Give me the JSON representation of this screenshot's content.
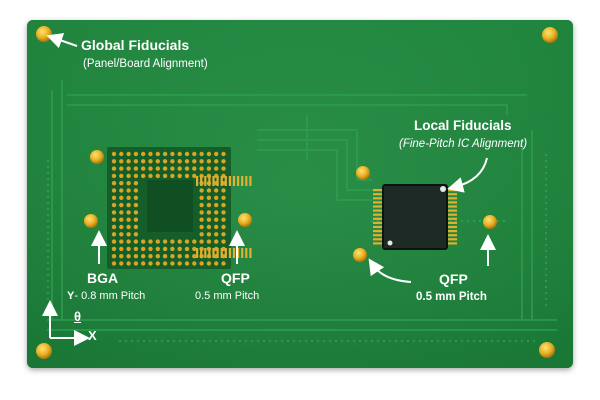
{
  "global_fiducials": {
    "title": "Global Fiducials",
    "subtitle": "(Panel/Board Alignment)"
  },
  "local_fiducials": {
    "title": "Local Fiducials",
    "subtitle": "(Fine-Pitch IC Alignment)"
  },
  "bga": {
    "name": "BGA",
    "pitch": "0.8 mm Pitch"
  },
  "qfp_left": {
    "name": "QFP",
    "pitch": "0.5 mm Pitch"
  },
  "qfp_right": {
    "name": "QFP",
    "pitch": "0.5 mm Pitch"
  },
  "axes": {
    "y": "Y",
    "x": "X",
    "theta": "θ"
  },
  "colors": {
    "board": "#1f8a3e",
    "fiducial": "#e8b020",
    "text": "#ffffff",
    "ic_body": "#1e2a26"
  }
}
